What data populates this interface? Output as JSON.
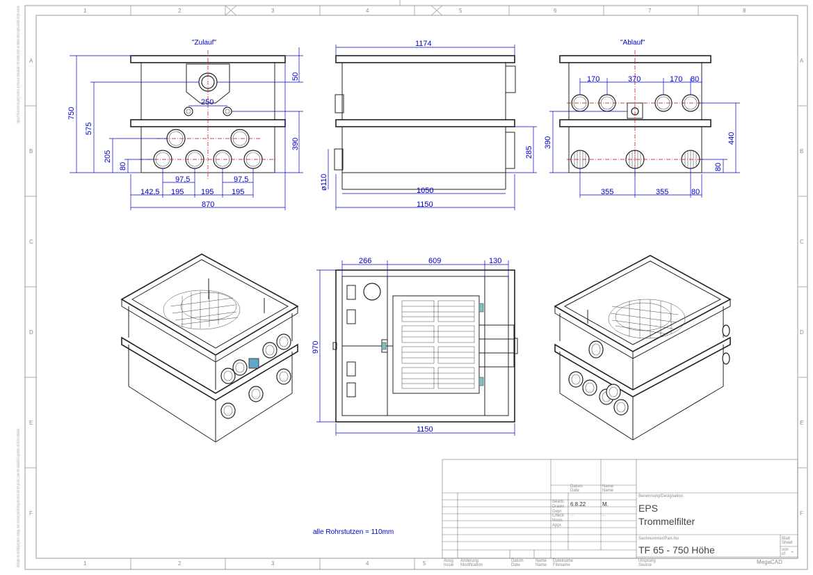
{
  "sheet": {
    "zones_top": [
      "1",
      "2",
      "3",
      "4",
      "5",
      "6",
      "7",
      "8"
    ],
    "zones_side": [
      "A",
      "B",
      "C",
      "D",
      "E",
      "F"
    ],
    "side_note_top": "Copying of this document and giving it to others, and the use or communication of the contents thereof, are forbidden without express authority. All rights reserved.",
    "side_note_bottom": "Weitergabe und Vervielfältigung dieser Unterlage, sowie Verwertung und Mitteilung ihres Inhalts sind nicht gestattet, soweit nicht ausdrücklich zugestanden. Alle Rechte vorbehalten."
  },
  "views": {
    "inlet_label": "\"Zulauf\"",
    "outlet_label": "\"Ablauf\""
  },
  "dims": {
    "front": {
      "h750": "750",
      "h575": "575",
      "h205": "205",
      "h80": "80",
      "h50": "50",
      "h390": "390",
      "w250": "250",
      "w975a": "97,5",
      "w975b": "97,5",
      "w1425": "142,5",
      "w195a": "195",
      "w195b": "195",
      "w195c": "195",
      "w870": "870"
    },
    "side": {
      "w1174": "1174",
      "w1050": "1050",
      "w1150": "1150",
      "h285": "285",
      "d110": "ø110"
    },
    "rear": {
      "w170a": "170",
      "w370": "370",
      "w170b": "170",
      "w80a": "80",
      "h390": "390",
      "h440": "440",
      "h80": "80",
      "w355a": "355",
      "w355b": "355",
      "w80b": "80"
    },
    "top": {
      "w266": "266",
      "w609": "609",
      "w130": "130",
      "h970": "970",
      "w1150": "1150"
    }
  },
  "note": "alle Rohrstutzen =  110mm",
  "title_block": {
    "col_datum": "Datum",
    "col_datum_en": "Date",
    "col_name": "Name",
    "col_name_en": "Name",
    "rows": [
      "Bearb.",
      "Drawn",
      "Gepr.",
      "Check",
      "Norm",
      "Appr."
    ],
    "date_value": "6.8.22",
    "name_value": "M.",
    "dots1": "...",
    "dots2": "...",
    "benennung": "Benennung/Designation",
    "title1": "EPS",
    "title2": "Trommelfilter",
    "sachnummer": "Sachnummer/Part-No",
    "part_no": "TF 65 - 750 Höhe",
    "ursprung": "Ursprung",
    "ursprung_en": "Source",
    "blatt": "Blatt",
    "blatt_en": "Sheet",
    "von": "von",
    "von_en": "of",
    "dash": "-",
    "aend": "Ausg.",
    "aend_en": "Issue",
    "aenderung": "Änderung",
    "aenderung_en": "Modification",
    "dateiname": "Dateiname",
    "dateiname_en": "Filename",
    "software": "MegaCAD"
  }
}
